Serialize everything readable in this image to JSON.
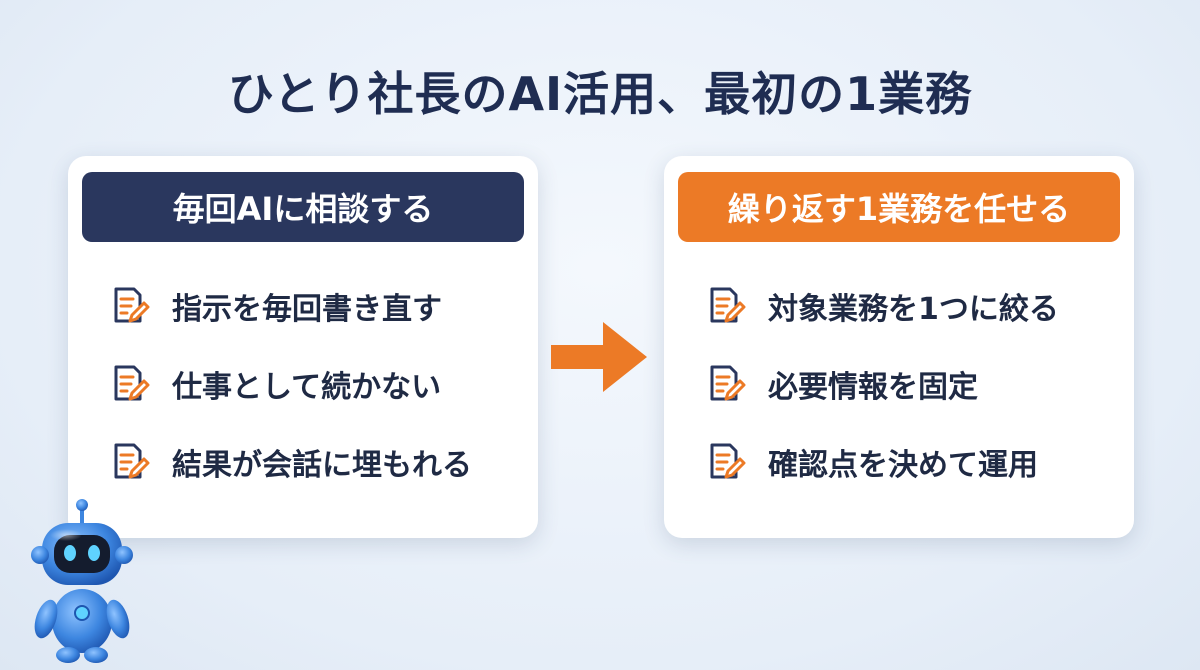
{
  "title": "ひとり社長のAI活用、最初の1業務",
  "colors": {
    "navy": "#2a375e",
    "orange": "#ec7a26",
    "text": "#1f2a44"
  },
  "left_card": {
    "header": "毎回AIに相談する",
    "items": [
      {
        "text": "指示を毎回書き直す",
        "icon": "document-pencil-icon"
      },
      {
        "text": "仕事として続かない",
        "icon": "document-pencil-icon"
      },
      {
        "text": "結果が会話に埋もれる",
        "icon": "document-pencil-icon"
      }
    ]
  },
  "right_card": {
    "header": "繰り返す1業務を任せる",
    "items": [
      {
        "text": "対象業務を1つに絞る",
        "icon": "document-pencil-icon"
      },
      {
        "text": "必要情報を固定",
        "icon": "document-pencil-icon"
      },
      {
        "text": "確認点を決めて運用",
        "icon": "document-pencil-icon"
      }
    ]
  },
  "arrow_icon": "right-arrow-icon",
  "mascot": "robot-mascot"
}
